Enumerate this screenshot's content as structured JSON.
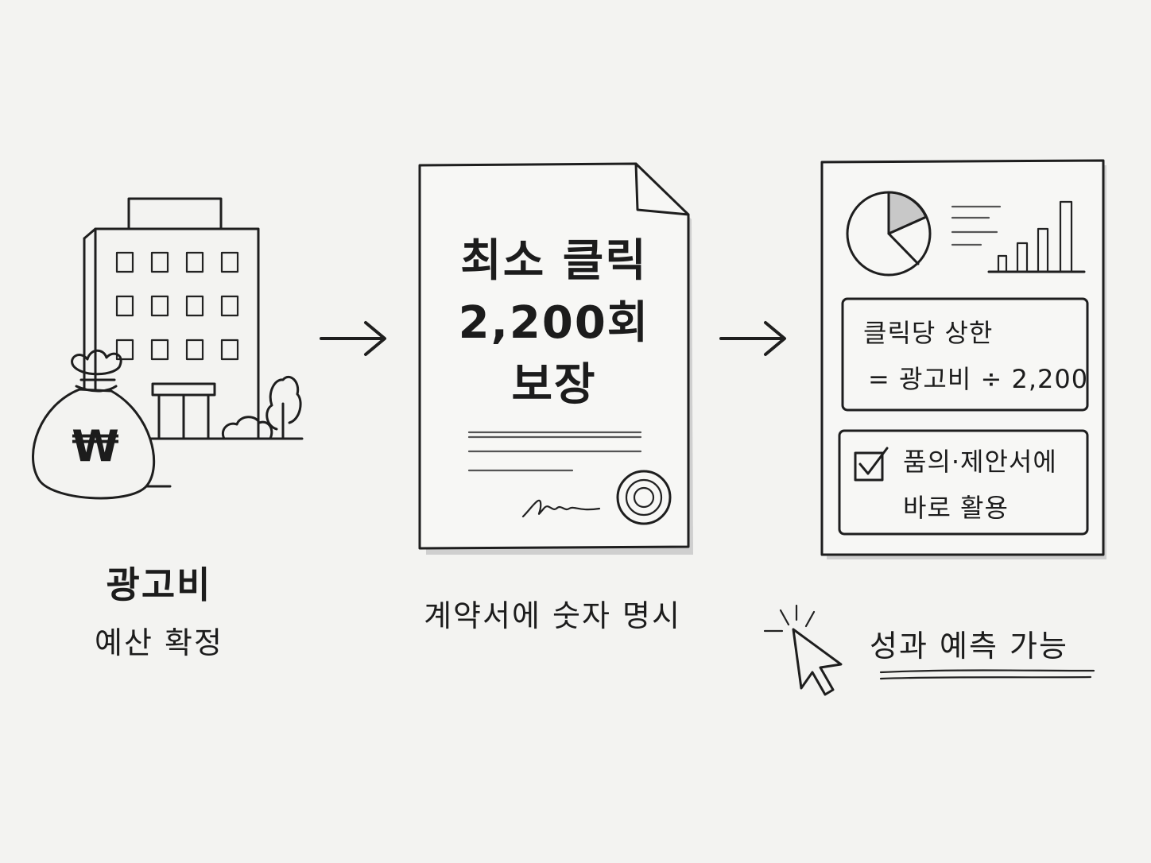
{
  "budget": {
    "title": "광고비",
    "subtitle": "예산 확정",
    "currency_symbol": "₩"
  },
  "contract": {
    "lines": [
      "최소 클릭",
      "2,200회",
      "보장"
    ],
    "caption": "계약서에 숫자 명시"
  },
  "report": {
    "formula_lines": [
      "클릭당 상한",
      "= 광고비 ÷ 2,200"
    ],
    "checklist_lines": [
      "품의·제안서에",
      "바로 활용"
    ],
    "caption": "성과 예측 가능"
  },
  "icons": {
    "building": "office-building-icon",
    "money_bag": "money-bag-icon",
    "arrow": "arrow-right-icon",
    "document": "contract-document-icon",
    "seal": "seal-stamp-icon",
    "pie": "pie-chart-icon",
    "bars": "bar-chart-icon",
    "checkbox": "checkbox-checked-icon",
    "cursor": "mouse-cursor-icon"
  },
  "colors": {
    "ink": "#1e1e1e",
    "background": "#f3f3f1",
    "paper": "#f7f7f5",
    "shadow": "#cfcfcf"
  }
}
